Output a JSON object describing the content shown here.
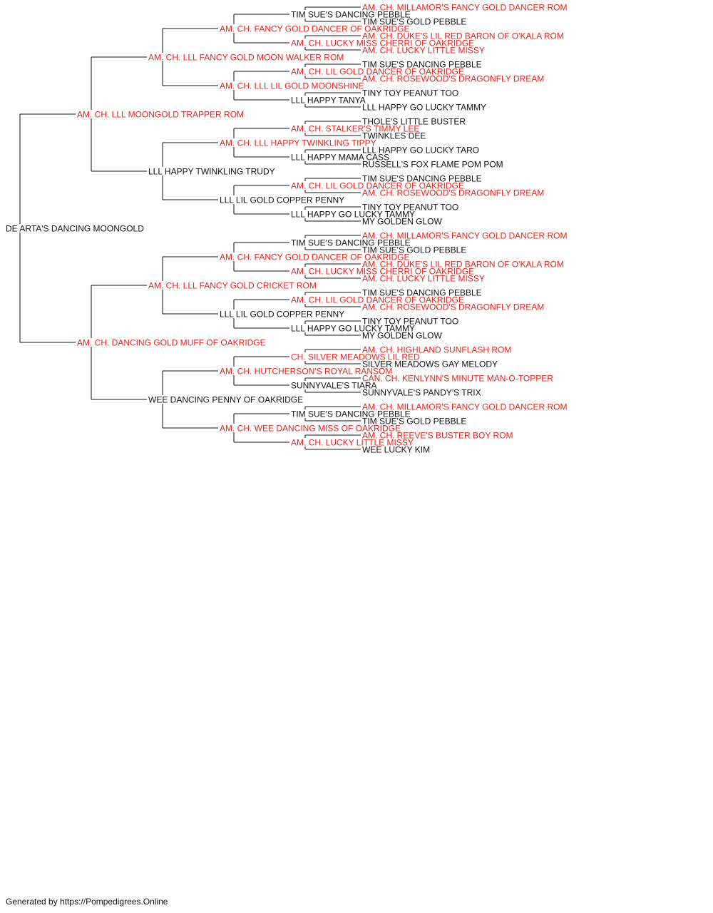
{
  "colors": {
    "champion": "#e8251f",
    "regular": "#111111",
    "line": "#444444"
  },
  "pedigree": {
    "name": "DE ARTA'S DANCING MOONGOLD",
    "champion": false,
    "sire": {
      "name": "AM. CH. LLL MOONGOLD TRAPPER ROM",
      "champion": true,
      "sire": {
        "name": "AM. CH. LLL FANCY GOLD MOON WALKER ROM",
        "champion": true,
        "sire": {
          "name": "AM. CH. FANCY GOLD DANCER OF OAKRIDGE",
          "champion": true,
          "sire": {
            "name": "TIM SUE'S DANCING PEBBLE",
            "champion": false,
            "sire": {
              "name": "AM. CH. MILLAMOR'S FANCY GOLD DANCER ROM",
              "champion": true
            },
            "dam": {
              "name": "TIM SUE'S GOLD PEBBLE",
              "champion": false
            }
          },
          "dam": {
            "name": "AM. CH. LUCKY MISS CHERRI OF OAKRIDGE",
            "champion": true,
            "sire": {
              "name": "AM. CH. DUKE'S LIL RED BARON OF O'KALA ROM",
              "champion": true
            },
            "dam": {
              "name": "AM. CH. LUCKY LITTLE MISSY",
              "champion": true
            }
          }
        },
        "dam": {
          "name": "AM. CH. LLL LIL GOLD MOONSHINE",
          "champion": true,
          "sire": {
            "name": "AM. CH. LIL GOLD DANCER OF OAKRIDGE",
            "champion": true,
            "sire": {
              "name": "TIM SUE'S DANCING PEBBLE",
              "champion": false
            },
            "dam": {
              "name": "AM. CH. ROSEWOOD'S DRAGONFLY DREAM",
              "champion": true
            }
          },
          "dam": {
            "name": "LLL HAPPY TANYA",
            "champion": false,
            "sire": {
              "name": "TINY TOY PEANUT TOO",
              "champion": false
            },
            "dam": {
              "name": "LLL HAPPY GO LUCKY TAMMY",
              "champion": false
            }
          }
        }
      },
      "dam": {
        "name": "LLL HAPPY TWINKLING TRUDY",
        "champion": false,
        "sire": {
          "name": "AM. CH. LLL HAPPY TWINKLING TIPPY",
          "champion": true,
          "sire": {
            "name": "AM. CH. STALKER'S TIMMY LEE",
            "champion": true,
            "sire": {
              "name": "THOLE'S LITTLE BUSTER",
              "champion": false
            },
            "dam": {
              "name": "TWINKLES DEE",
              "champion": false
            }
          },
          "dam": {
            "name": "LLL HAPPY MAMA CASS",
            "champion": false,
            "sire": {
              "name": "LLL HAPPY GO LUCKY TARO",
              "champion": false
            },
            "dam": {
              "name": "RUSSELL'S FOX FLAME POM POM",
              "champion": false
            }
          }
        },
        "dam": {
          "name": "LLL LIL GOLD COPPER PENNY",
          "champion": false,
          "sire": {
            "name": "AM. CH. LIL GOLD DANCER OF OAKRIDGE",
            "champion": true,
            "sire": {
              "name": "TIM SUE'S DANCING PEBBLE",
              "champion": false
            },
            "dam": {
              "name": "AM. CH. ROSEWOOD'S DRAGONFLY DREAM",
              "champion": true
            }
          },
          "dam": {
            "name": "LLL HAPPY GO LUCKY TAMMY",
            "champion": false,
            "sire": {
              "name": "TINY TOY PEANUT TOO",
              "champion": false
            },
            "dam": {
              "name": "MY GOLDEN GLOW",
              "champion": false
            }
          }
        }
      }
    },
    "dam": {
      "name": "AM. CH. DANCING GOLD MUFF OF OAKRIDGE",
      "champion": true,
      "sire": {
        "name": "AM. CH. LLL FANCY GOLD CRICKET ROM",
        "champion": true,
        "sire": {
          "name": "AM. CH. FANCY GOLD DANCER OF OAKRIDGE",
          "champion": true,
          "sire": {
            "name": "TIM SUE'S DANCING PEBBLE",
            "champion": false,
            "sire": {
              "name": "AM. CH. MILLAMOR'S FANCY GOLD DANCER ROM",
              "champion": true
            },
            "dam": {
              "name": "TIM SUE'S GOLD PEBBLE",
              "champion": false
            }
          },
          "dam": {
            "name": "AM. CH. LUCKY MISS CHERRI OF OAKRIDGE",
            "champion": true,
            "sire": {
              "name": "AM. CH. DUKE'S LIL RED BARON OF O'KALA ROM",
              "champion": true
            },
            "dam": {
              "name": "AM. CH. LUCKY LITTLE MISSY",
              "champion": true
            }
          }
        },
        "dam": {
          "name": "LLL LIL GOLD COPPER PENNY",
          "champion": false,
          "sire": {
            "name": "AM. CH. LIL GOLD DANCER OF OAKRIDGE",
            "champion": true,
            "sire": {
              "name": "TIM SUE'S DANCING PEBBLE",
              "champion": false
            },
            "dam": {
              "name": "AM. CH. ROSEWOOD'S DRAGONFLY DREAM",
              "champion": true
            }
          },
          "dam": {
            "name": "LLL HAPPY GO LUCKY TAMMY",
            "champion": false,
            "sire": {
              "name": "TINY TOY PEANUT TOO",
              "champion": false
            },
            "dam": {
              "name": "MY GOLDEN GLOW",
              "champion": false
            }
          }
        }
      },
      "dam": {
        "name": "WEE DANCING PENNY OF OAKRIDGE",
        "champion": false,
        "sire": {
          "name": "AM. CH. HUTCHERSON'S ROYAL RANSOM",
          "champion": true,
          "sire": {
            "name": "CH. SILVER MEADOWS LIL RED",
            "champion": true,
            "sire": {
              "name": "AM. CH. HIGHLAND SUNFLASH ROM",
              "champion": true
            },
            "dam": {
              "name": "SILVER MEADOWS GAY MELODY",
              "champion": false
            }
          },
          "dam": {
            "name": "SUNNYVALE'S TIARA",
            "champion": false,
            "sire": {
              "name": "CAN. CH. KENLYNN'S MINUTE MAN-O-TOPPER",
              "champion": true
            },
            "dam": {
              "name": "SUNNYVALE'S PANDY'S TRIX",
              "champion": false
            }
          }
        },
        "dam": {
          "name": "AM. CH. WEE DANCING MISS OF OAKRIDGE",
          "champion": true,
          "sire": {
            "name": "TIM SUE'S DANCING PEBBLE",
            "champion": false,
            "sire": {
              "name": "AM. CH. MILLAMOR'S FANCY GOLD DANCER ROM",
              "champion": true
            },
            "dam": {
              "name": "TIM SUE'S GOLD PEBBLE",
              "champion": false
            }
          },
          "dam": {
            "name": "AM. CH. LUCKY LITTLE MISSY",
            "champion": true,
            "sire": {
              "name": "AM. CH. REEVE'S BUSTER BOY ROM",
              "champion": true
            },
            "dam": {
              "name": "WEE LUCKY KIM",
              "champion": false
            }
          }
        }
      }
    }
  },
  "footer": "Generated by https://Pompedigrees.Online"
}
